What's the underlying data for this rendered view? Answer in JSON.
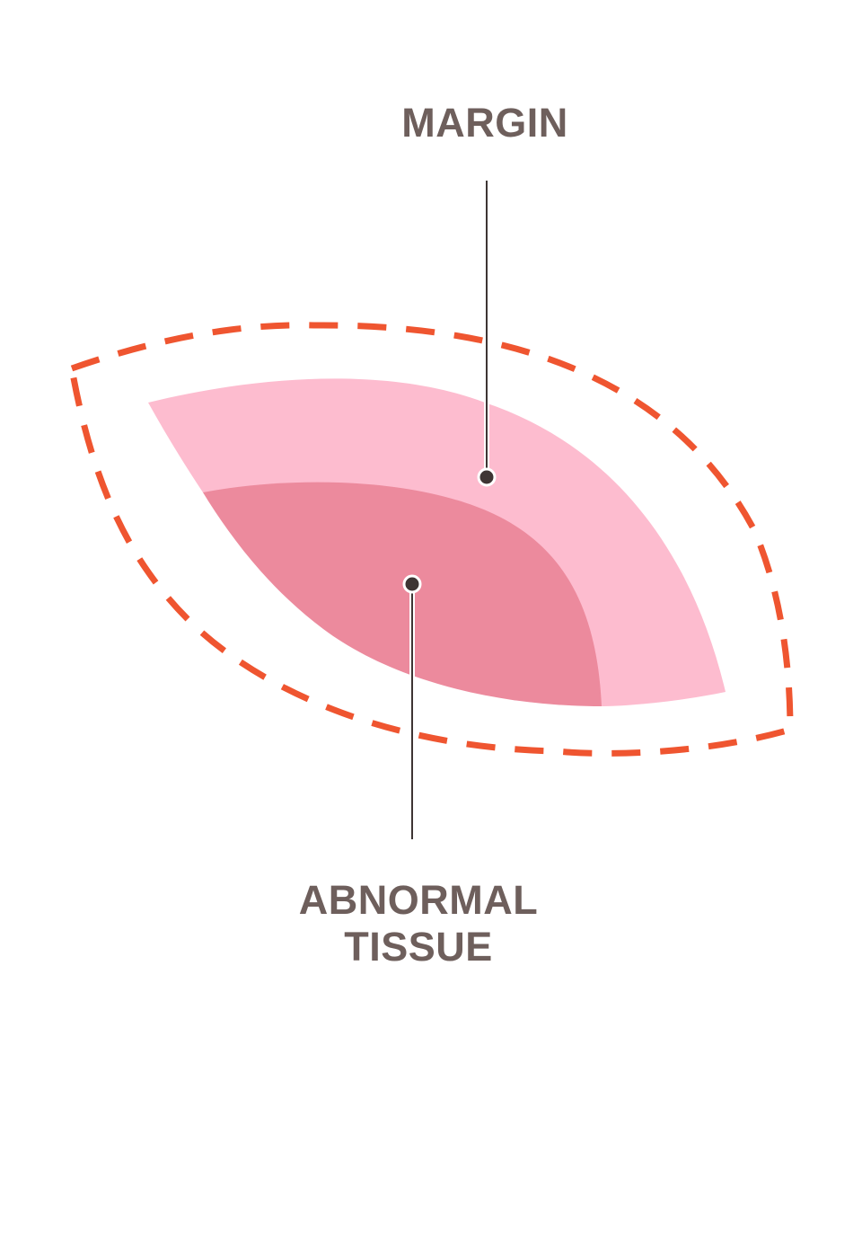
{
  "labels": {
    "margin": "MARGIN",
    "abnormal_line1": "ABNORMAL",
    "abnormal_line2": "TISSUE"
  },
  "colors": {
    "margin_fill": "#fdbccf",
    "abnormal_fill": "#ec8a9d",
    "excision_outline": "#ef5530",
    "leader_line": "#3e3534",
    "label_text": "#6e5f5c"
  }
}
